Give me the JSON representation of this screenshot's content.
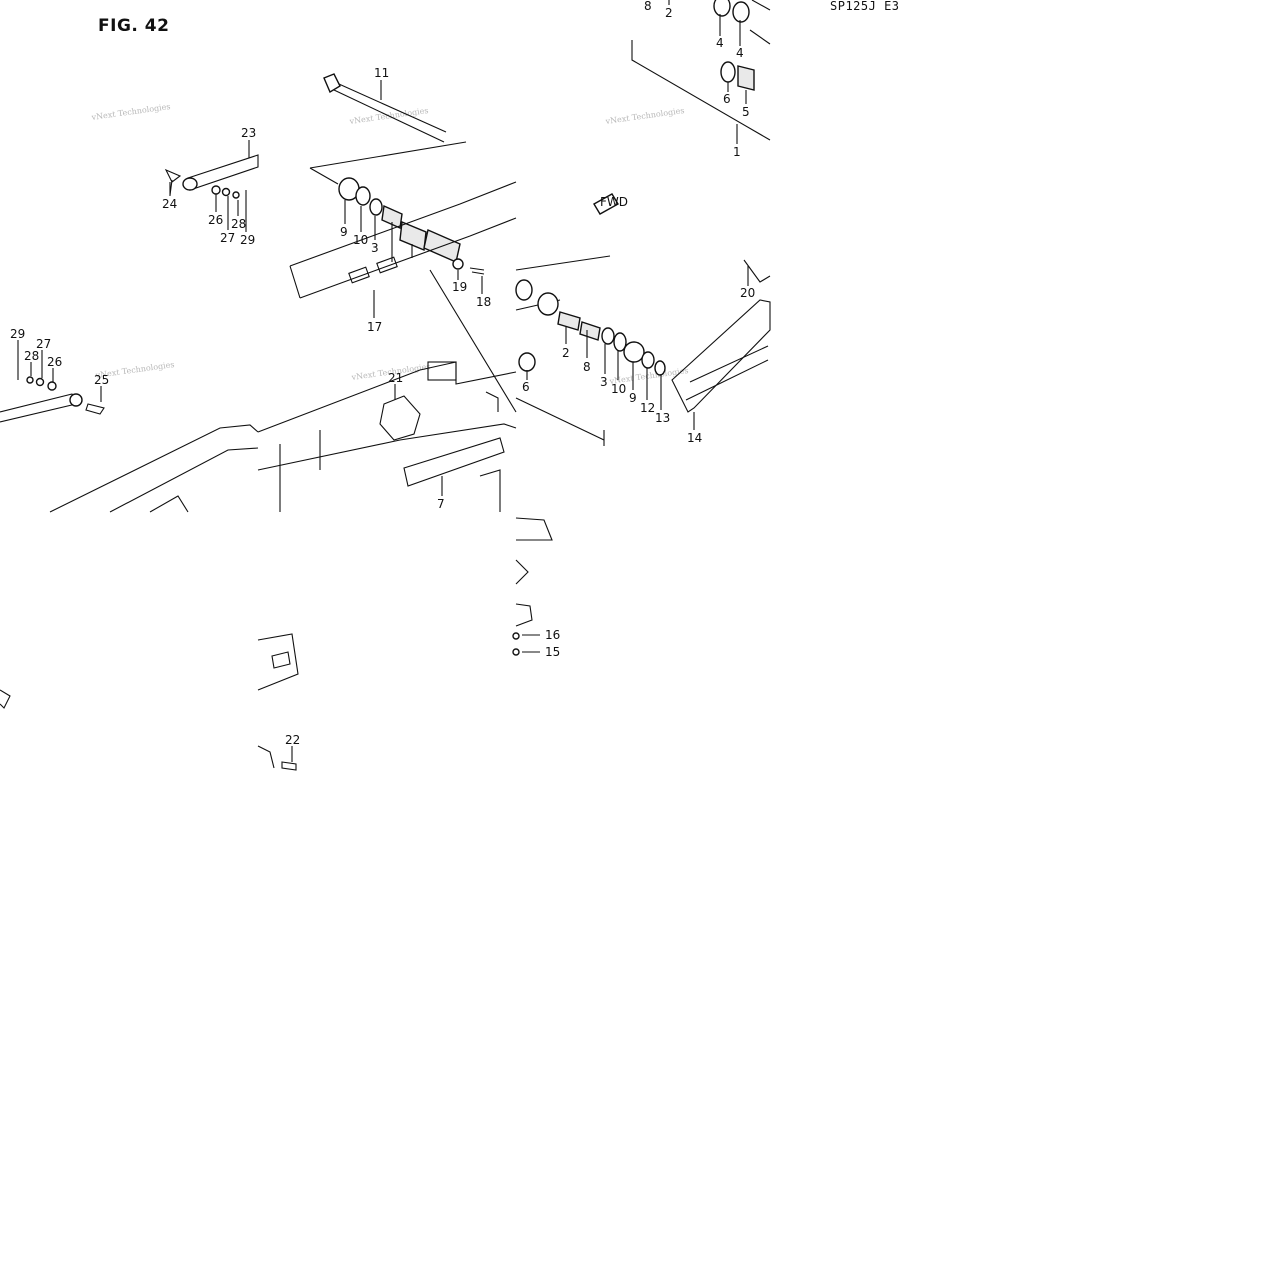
{
  "figure": {
    "title": "FIG. 42",
    "model_code": "SP125J  E3",
    "fwd_label": "FWD"
  },
  "watermark": {
    "text": "vNext Technologies"
  },
  "callouts": [
    "1",
    "2",
    "3",
    "4",
    "5",
    "6",
    "7",
    "8",
    "9",
    "10",
    "11",
    "12",
    "13",
    "14",
    "15",
    "16",
    "17",
    "18",
    "19",
    "20",
    "21",
    "22",
    "23",
    "24",
    "25",
    "26",
    "27",
    "28",
    "29"
  ],
  "colors": {
    "line": "#111111",
    "background": "#ffffff",
    "watermark": "#b8b8b8"
  }
}
